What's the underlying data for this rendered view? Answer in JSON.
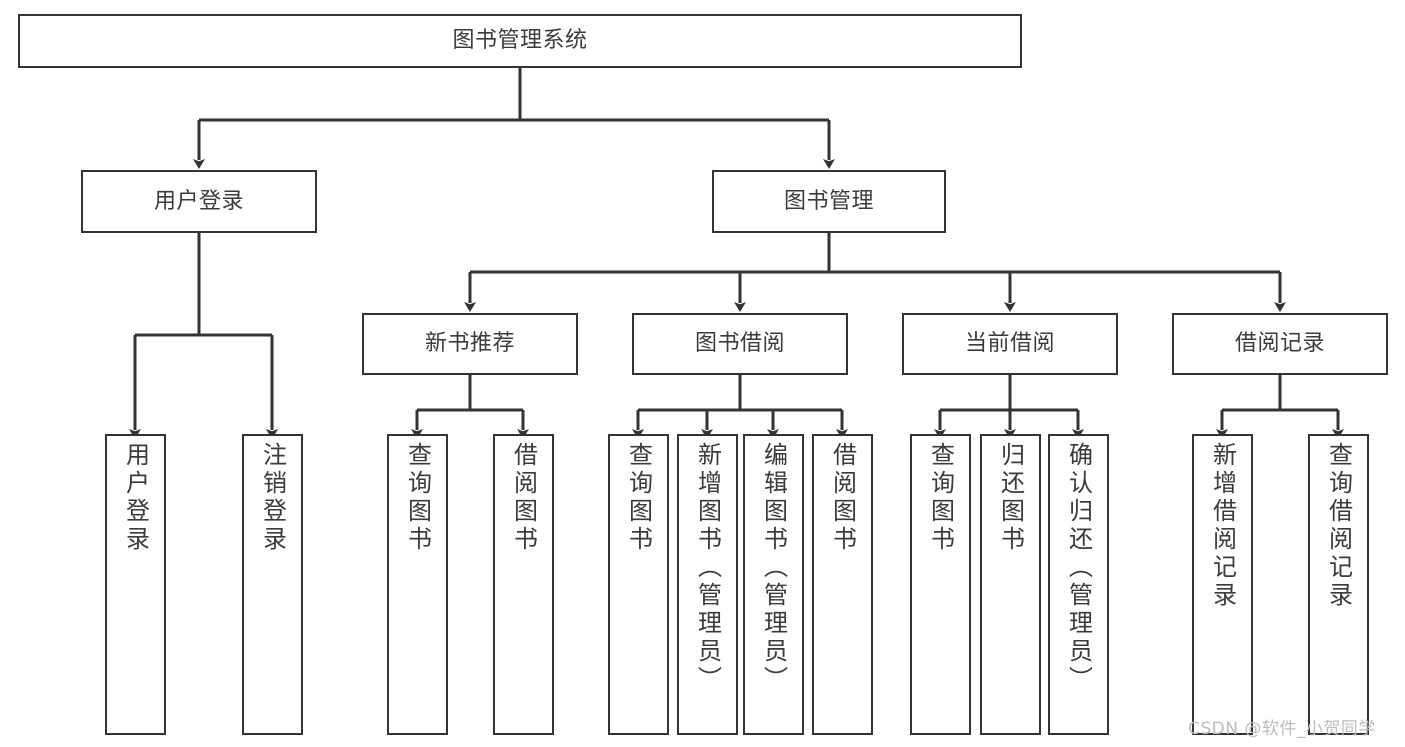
{
  "diagram": {
    "type": "tree-hierarchy",
    "title": "图书管理系统",
    "watermark": "CSDN @软件_小贺同学",
    "colors": {
      "stroke": "#333333",
      "fill": "#ffffff",
      "text": "#3b3b3b",
      "watermark": "#bdbdbd"
    },
    "nodes": {
      "root": {
        "label": "图书管理系统",
        "level": 1,
        "orientation": "horizontal"
      },
      "l2_user_login": {
        "label": "用户登录",
        "level": 2,
        "orientation": "horizontal"
      },
      "l2_book_manage": {
        "label": "图书管理",
        "level": 2,
        "orientation": "horizontal"
      },
      "l3_new_book_rec": {
        "label": "新书推荐",
        "level": 3,
        "orientation": "horizontal"
      },
      "l3_book_borrow": {
        "label": "图书借阅",
        "level": 3,
        "orientation": "horizontal"
      },
      "l3_current_borrow": {
        "label": "当前借阅",
        "level": 3,
        "orientation": "horizontal"
      },
      "l3_borrow_record": {
        "label": "借阅记录",
        "level": 3,
        "orientation": "horizontal"
      },
      "leaf_user_login": {
        "label": "用户登录",
        "level": 4,
        "orientation": "vertical",
        "parent": "用户登录"
      },
      "leaf_logout": {
        "label": "注销登录",
        "level": 4,
        "orientation": "vertical",
        "parent": "用户登录"
      },
      "leaf_query_book_1": {
        "label": "查询图书",
        "level": 4,
        "orientation": "vertical",
        "parent": "新书推荐"
      },
      "leaf_borrow_book_1": {
        "label": "借阅图书",
        "level": 4,
        "orientation": "vertical",
        "parent": "新书推荐"
      },
      "leaf_query_book_2": {
        "label": "查询图书",
        "level": 4,
        "orientation": "vertical",
        "parent": "图书借阅"
      },
      "leaf_add_book": {
        "label": "新增图书（管理员）",
        "level": 4,
        "orientation": "vertical",
        "parent": "图书借阅"
      },
      "leaf_edit_book": {
        "label": "编辑图书（管理员）",
        "level": 4,
        "orientation": "vertical",
        "parent": "图书借阅"
      },
      "leaf_borrow_book_2": {
        "label": "借阅图书",
        "level": 4,
        "orientation": "vertical",
        "parent": "图书借阅"
      },
      "leaf_query_book_3": {
        "label": "查询图书",
        "level": 4,
        "orientation": "vertical",
        "parent": "当前借阅"
      },
      "leaf_return_book": {
        "label": "归还图书",
        "level": 4,
        "orientation": "vertical",
        "parent": "当前借阅"
      },
      "leaf_confirm_return": {
        "label": "确认归还（管理员）",
        "level": 4,
        "orientation": "vertical",
        "parent": "当前借阅"
      },
      "leaf_add_record": {
        "label": "新增借阅记录",
        "level": 4,
        "orientation": "vertical",
        "parent": "借阅记录"
      },
      "leaf_query_record": {
        "label": "查询借阅记录",
        "level": 4,
        "orientation": "vertical",
        "parent": "借阅记录"
      }
    }
  }
}
